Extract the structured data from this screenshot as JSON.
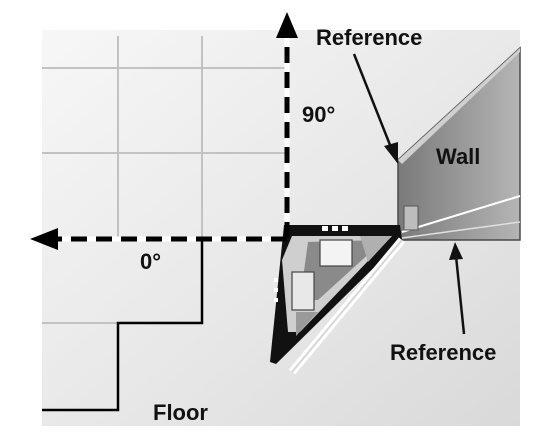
{
  "labels": {
    "reference_top": "Reference",
    "angle_90": "90°",
    "wall": "Wall",
    "angle_0": "0°",
    "reference_bottom": "Reference",
    "floor": "Floor"
  },
  "colors": {
    "background": "#ffffff",
    "floor_area": "#e9e9e9",
    "tile_lines": "#c4c4c4",
    "wall_face": "#8c8c8c",
    "wall_top": "#c8c8c8",
    "outline": "#000000",
    "axis_dash_dark": "#000000",
    "axis_dash_light": "#ffffff"
  },
  "icons": {
    "robot": "corner-cleaning-robot-icon",
    "axis_0": "arrow-left-icon",
    "axis_90": "arrow-up-icon"
  }
}
